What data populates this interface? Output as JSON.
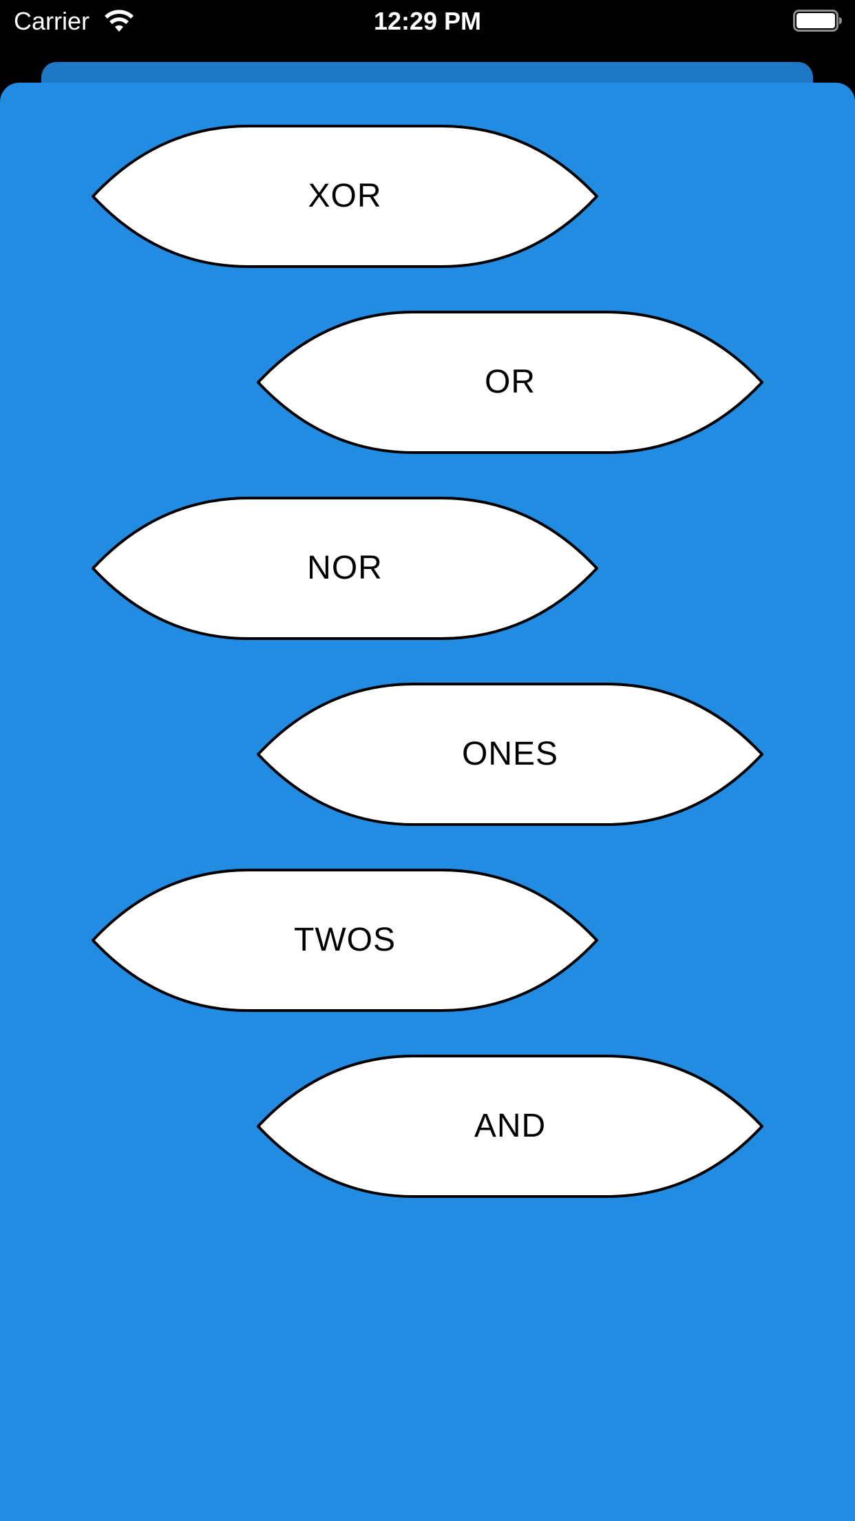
{
  "status_bar": {
    "carrier": "Carrier",
    "time": "12:29 PM",
    "wifi_icon": "wifi-icon",
    "battery_icon": "battery-icon"
  },
  "colors": {
    "background_blue": "#228be2",
    "back_sheet_blue": "#1f78c6",
    "gate_fill": "#ffffff",
    "gate_stroke": "#000000"
  },
  "gates": [
    {
      "label": "XOR"
    },
    {
      "label": "OR"
    },
    {
      "label": "NOR"
    },
    {
      "label": "ONES"
    },
    {
      "label": "TWOS"
    },
    {
      "label": "AND"
    }
  ]
}
